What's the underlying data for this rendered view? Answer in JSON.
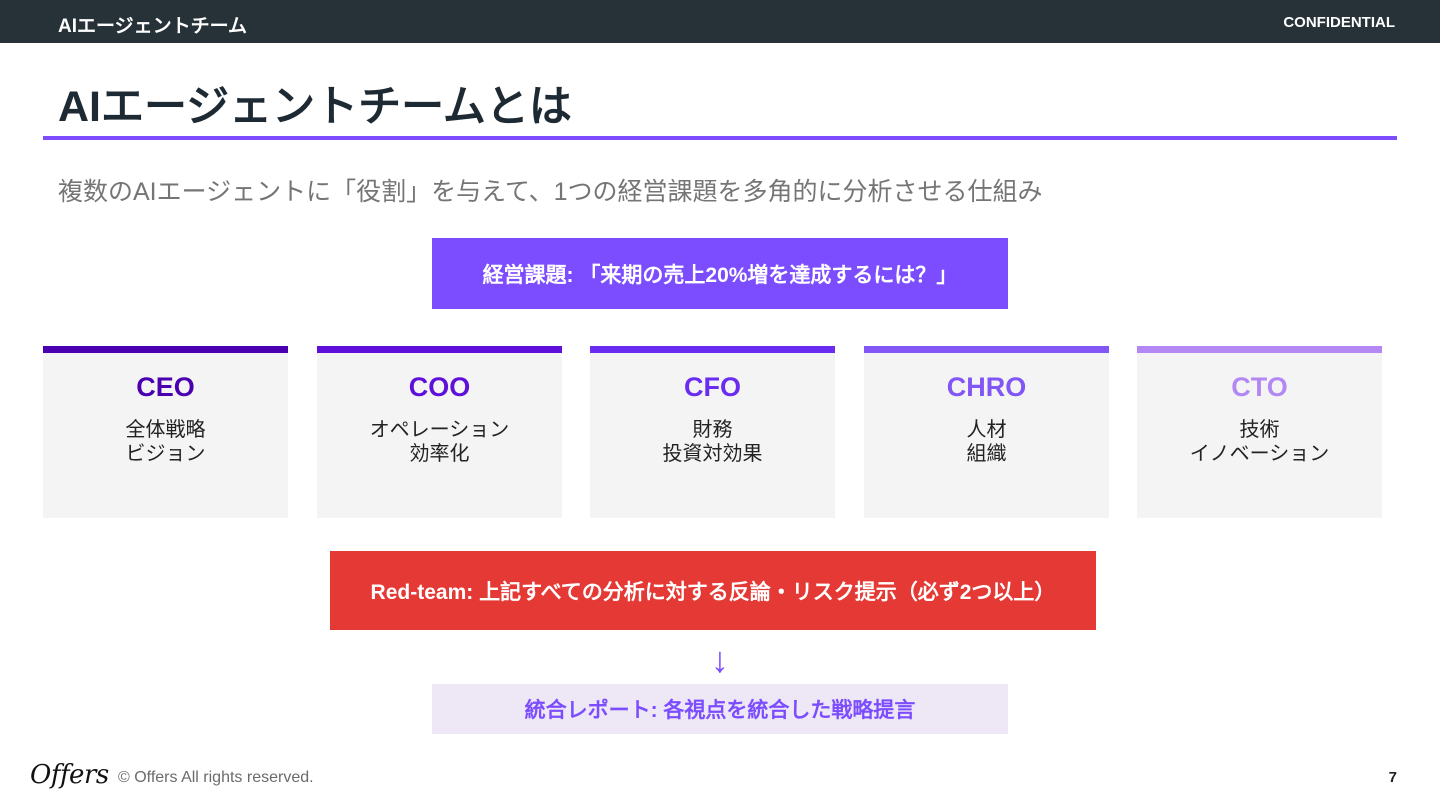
{
  "header": {
    "title": "AIエージェントチーム",
    "confidential": "CONFIDENTIAL"
  },
  "slide": {
    "title": "AIエージェントチームとは",
    "subtitle": "複数のAIエージェントに「役割」を与えて、1つの経営課題を多角的に分析させる仕組み",
    "issue": "経営課題: 「来期の売上20%増を達成するには？」",
    "roles": [
      {
        "name": "CEO",
        "line1": "全体戦略",
        "line2": "ビジョン",
        "color": "#4a00b0"
      },
      {
        "name": "COO",
        "line1": "オペレーション",
        "line2": "効率化",
        "color": "#5e0fd9"
      },
      {
        "name": "CFO",
        "line1": "財務",
        "line2": "投資対効果",
        "color": "#6a2cf0"
      },
      {
        "name": "CHRO",
        "line1": "人材",
        "line2": "組織",
        "color": "#8256f5"
      },
      {
        "name": "CTO",
        "line1": "技術",
        "line2": "イノベーション",
        "color": "#b388f5"
      }
    ],
    "redteam": "Red-team: 上記すべての分析に対する反論・リスク提示（必ず2つ以上）",
    "arrow": "↓",
    "report": "統合レポート: 各視点を統合した戦略提言"
  },
  "footer": {
    "logo": "Offers",
    "copyright": "© Offers All rights reserved.",
    "page_number": "7"
  },
  "colors": {
    "accent": "#7c4dff",
    "header_bg": "#263238",
    "redteam": "#e53935",
    "report_bg": "#ede7f6"
  }
}
